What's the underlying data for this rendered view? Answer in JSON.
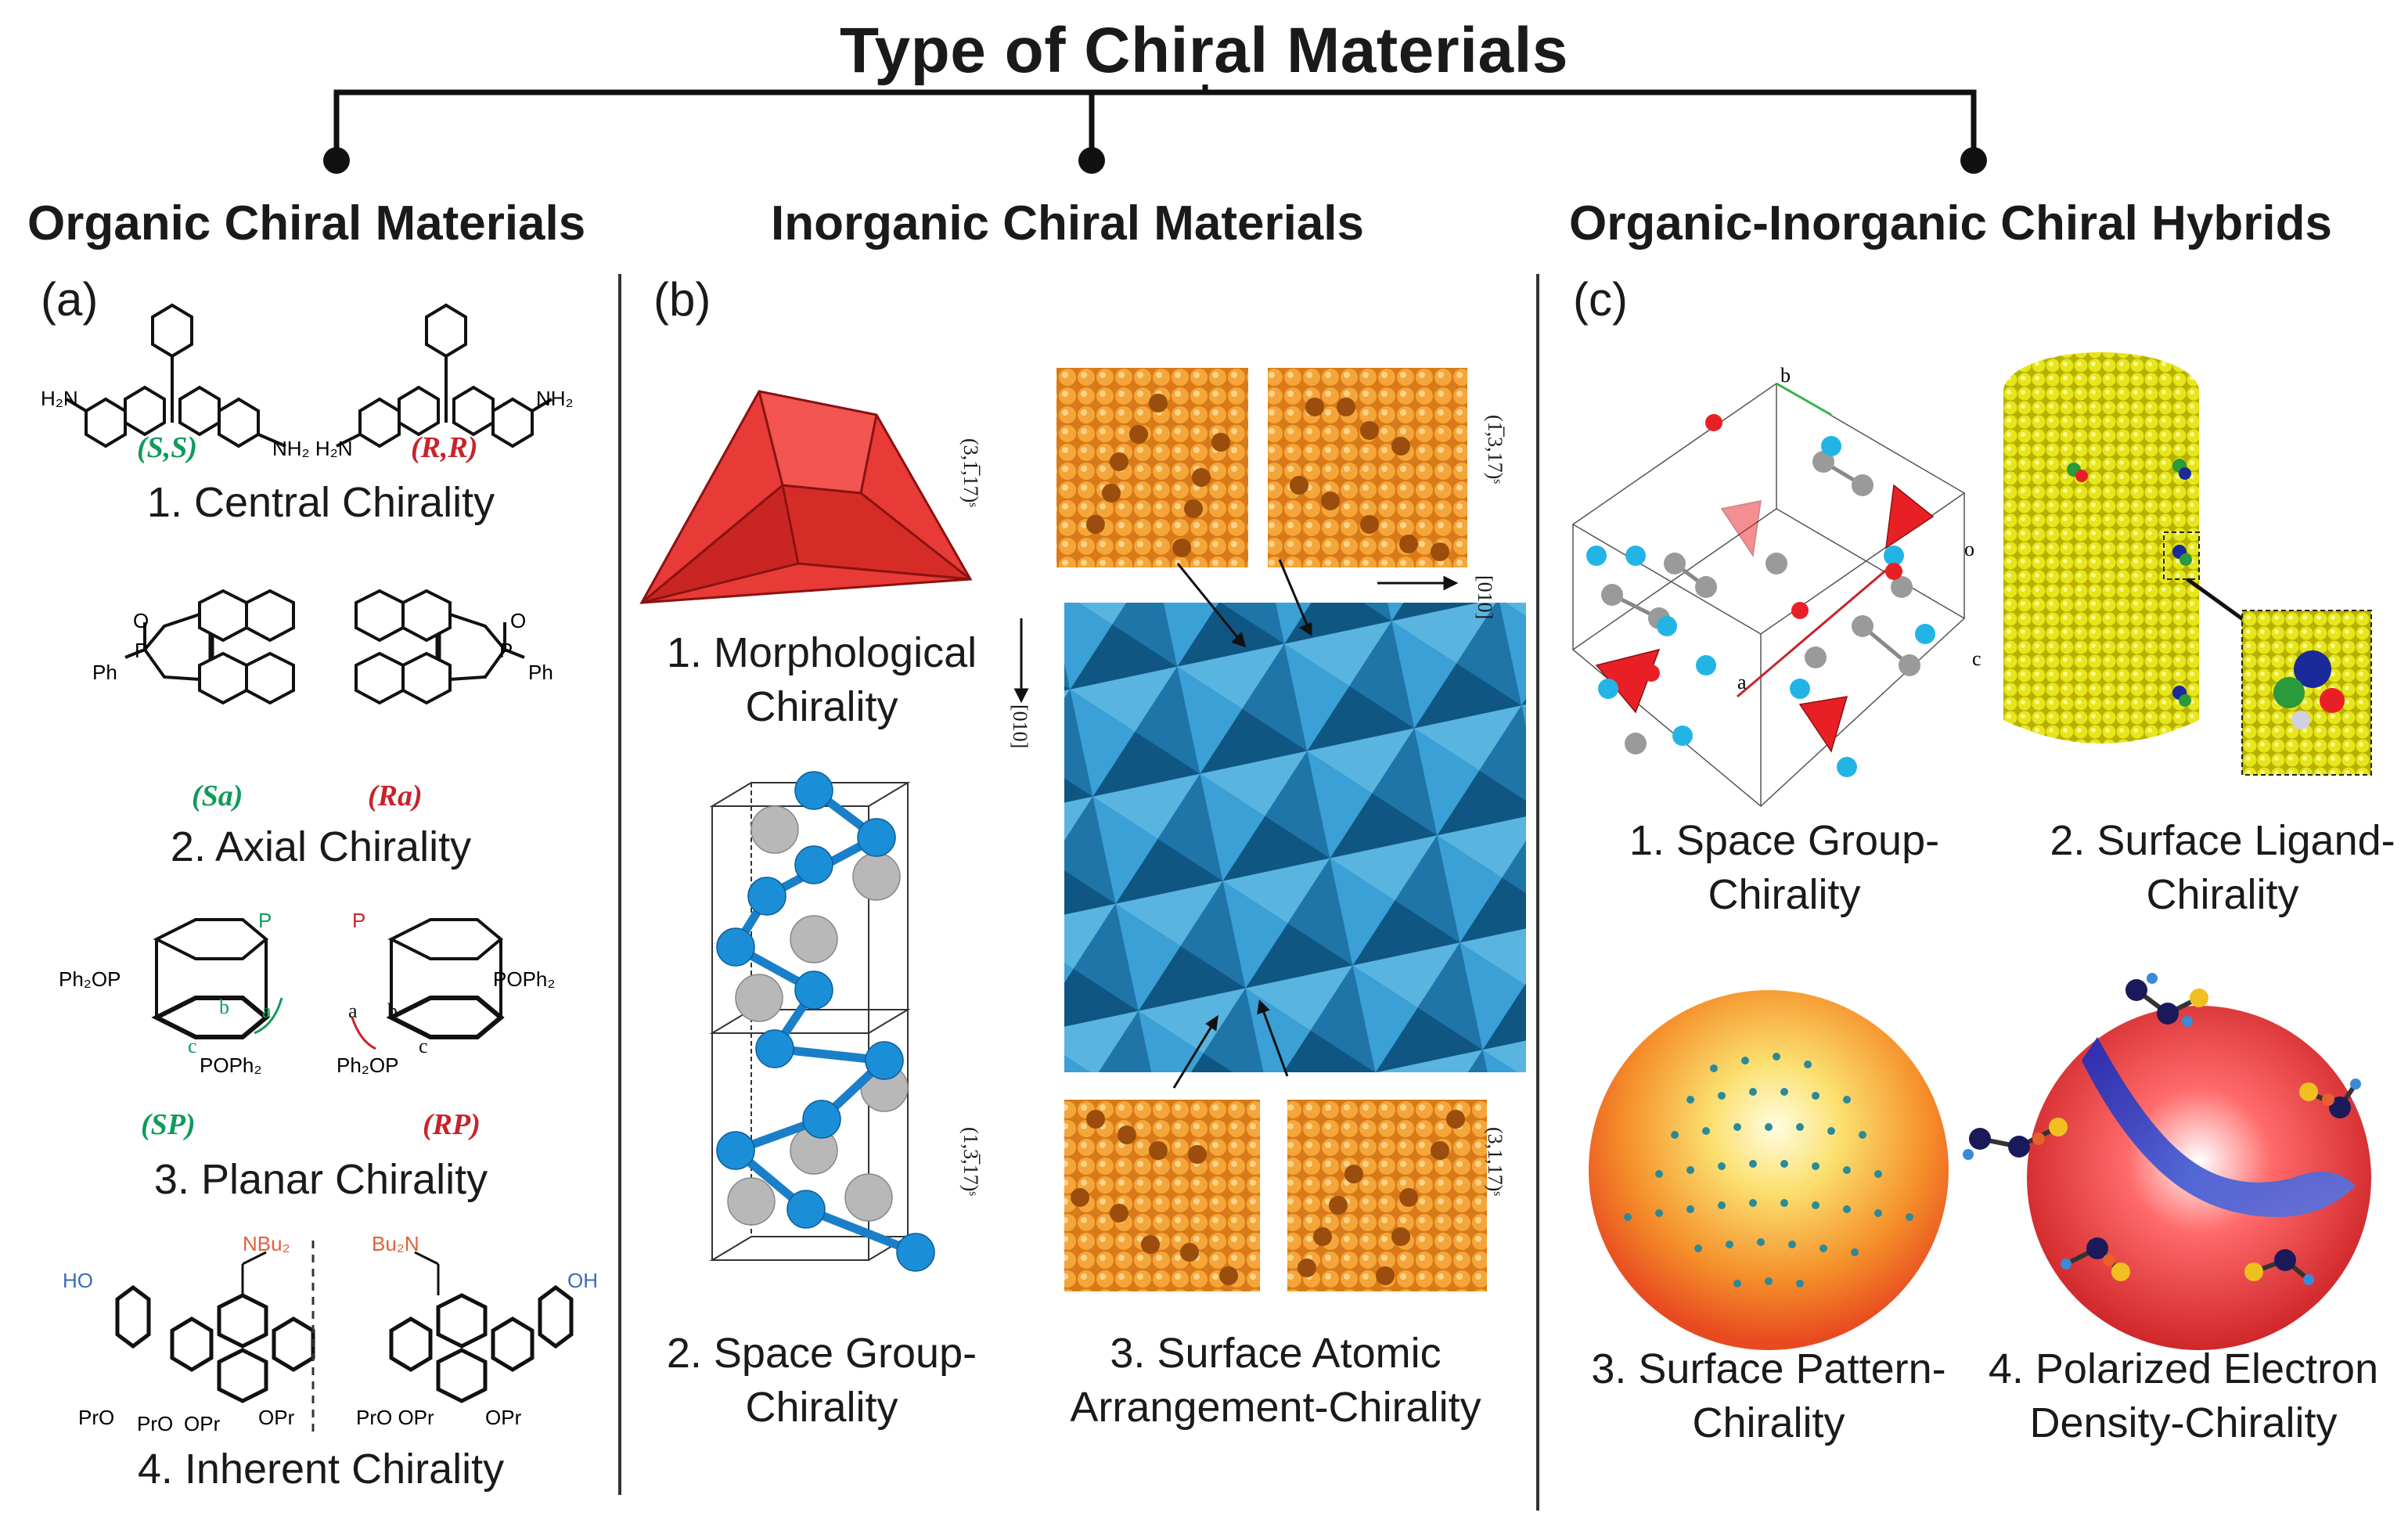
{
  "title": "Type of Chiral Materials",
  "categories": {
    "organic": "Organic Chiral Materials",
    "inorganic": "Inorganic Chiral Materials",
    "hybrid": "Organic-Inorganic Chiral Hybrids"
  },
  "panels": {
    "a": {
      "label": "(a)",
      "labels": {
        "S_S": "(S,S)",
        "R_R": "(R,R)",
        "Sa": "(Sa)",
        "Ra": "(Ra)",
        "Sp": "(SP)",
        "Rp": "(RP)",
        "H2N": "H₂N",
        "NH2": "NH₂",
        "NH2_H2N": "NH₂ H₂N",
        "Ph": "Ph",
        "O": "O",
        "P": "P",
        "Ph2OP": "Ph₂OP",
        "POPh2": "POPh₂",
        "a": "a",
        "b": "b",
        "c": "c",
        "NBu2": "NBu₂",
        "Bu2N": "Bu₂N",
        "HO": "HO",
        "OH": "OH",
        "PrO": "PrO",
        "OPr": "OPr",
        "PrO_OPr": "PrO OPr"
      },
      "items": [
        "1. Central Chirality",
        "2. Axial Chirality",
        "3. Planar Chirality",
        "4. Inherent Chirality"
      ],
      "colors": {
        "S": "#119a5c",
        "R": "#c8232c",
        "amine": "#e2603a",
        "hydroxyl": "#3a6bb5"
      }
    },
    "b": {
      "label": "(b)",
      "items": {
        "morph": [
          "1. Morphological",
          "Chirality"
        ],
        "space": [
          "2. Space Group-",
          "Chirality"
        ],
        "surface": [
          "3. Surface Atomic",
          "Arrangement-Chirality"
        ]
      },
      "indices": {
        "tl": "(3,1̅,17)ˢ",
        "tr": "(1̅,3,17)ˢ",
        "bl": "(1,3̅,17)ˢ",
        "br": "(3,1,17)ˢ",
        "axis_x": "[010]",
        "axis_y": "[010]"
      },
      "colors": {
        "crystal": "#e83a36",
        "lattice": "#1a8fd8",
        "atom_grey": "#b8b8b8",
        "surface": "#f29a2e",
        "pyramid": "#2a8cc4"
      }
    },
    "c": {
      "label": "(c)",
      "items": {
        "space": [
          "1. Space Group-",
          "Chirality"
        ],
        "ligand": [
          "2. Surface Ligand-",
          "Chirality"
        ],
        "pattern": [
          "3. Surface Pattern-",
          "Chirality"
        ],
        "electron": [
          "4. Polarized Electron",
          "Density-Chirality"
        ]
      },
      "axes": {
        "a": "a",
        "b": "b",
        "c": "c",
        "o": "o"
      },
      "colors": {
        "cylinder": "#e6e61a",
        "sphere": "#f0802a",
        "density_red": "#e8262a",
        "density_blue": "#2740c8"
      }
    }
  }
}
